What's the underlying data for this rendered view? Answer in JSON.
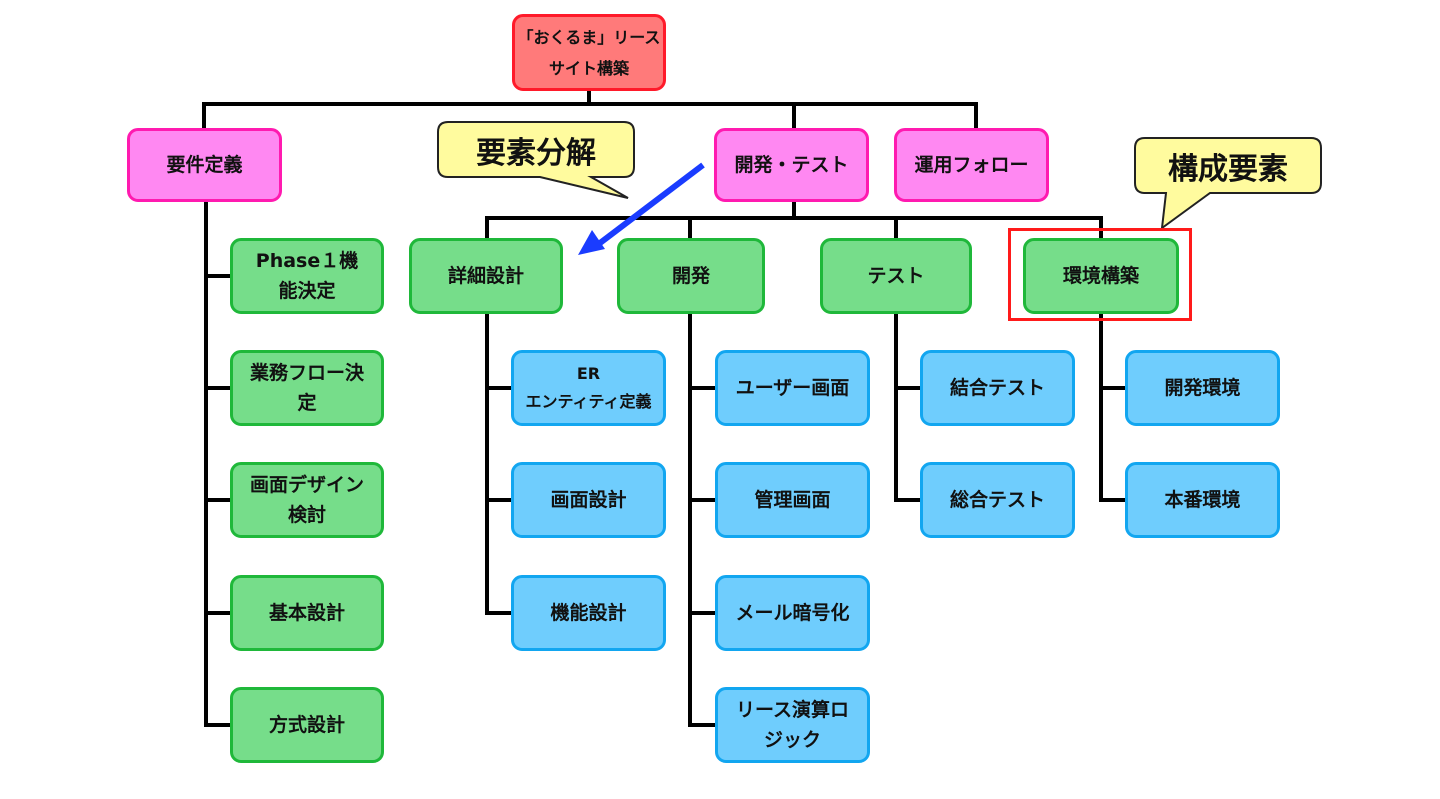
{
  "diagram": {
    "type": "work-breakdown-structure",
    "root": {
      "id": "root",
      "lines": [
        "「おくるま」リース",
        "サイト構築"
      ]
    },
    "level1": [
      {
        "id": "req",
        "lines": [
          "要件定義"
        ]
      },
      {
        "id": "devtest",
        "lines": [
          "開発・テスト"
        ]
      },
      {
        "id": "ops",
        "lines": [
          "運用フォロー"
        ]
      }
    ],
    "requirements_children": [
      {
        "id": "phase1",
        "lines": [
          "Phase１機",
          "能決定"
        ]
      },
      {
        "id": "bizflow",
        "lines": [
          "業務フロー決",
          "定"
        ]
      },
      {
        "id": "uidesign",
        "lines": [
          "画面デザイン",
          "検討"
        ]
      },
      {
        "id": "basic",
        "lines": [
          "基本設計"
        ]
      },
      {
        "id": "method",
        "lines": [
          "方式設計"
        ]
      }
    ],
    "devtest_children": [
      {
        "id": "detail",
        "lines": [
          "詳細設計"
        ],
        "children": [
          {
            "id": "er",
            "lines": [
              "ER",
              "エンティティ定義"
            ]
          },
          {
            "id": "screen",
            "lines": [
              "画面設計"
            ]
          },
          {
            "id": "func",
            "lines": [
              "機能設計"
            ]
          }
        ]
      },
      {
        "id": "dev",
        "lines": [
          "開発"
        ],
        "children": [
          {
            "id": "userui",
            "lines": [
              "ユーザー画面"
            ]
          },
          {
            "id": "adminui",
            "lines": [
              "管理画面"
            ]
          },
          {
            "id": "mail",
            "lines": [
              "メール暗号化"
            ]
          },
          {
            "id": "lease",
            "lines": [
              "リース演算ロ",
              "ジック"
            ]
          }
        ]
      },
      {
        "id": "test",
        "lines": [
          "テスト"
        ],
        "children": [
          {
            "id": "integ",
            "lines": [
              "結合テスト"
            ]
          },
          {
            "id": "system",
            "lines": [
              "総合テスト"
            ]
          }
        ]
      },
      {
        "id": "env",
        "lines": [
          "環境構築"
        ],
        "highlighted": true,
        "children": [
          {
            "id": "devenv",
            "lines": [
              "開発環境"
            ]
          },
          {
            "id": "prodenv",
            "lines": [
              "本番環境"
            ]
          }
        ]
      }
    ],
    "callouts": [
      {
        "id": "decompose",
        "text": "要素分解",
        "points_to": "detail"
      },
      {
        "id": "components",
        "text": "構成要素",
        "points_to": "env"
      }
    ],
    "colors": {
      "root_fill": "#ff7a7a",
      "root_border": "#ff1a2a",
      "level1_fill": "#ff88f2",
      "level1_border": "#ff1ab0",
      "level2_fill": "#76dd8a",
      "level2_border": "#1fb83a",
      "level3_fill": "#6fcdfd",
      "level3_border": "#12a6f0",
      "callout_fill": "#fffb9e",
      "arrow": "#1a3cff",
      "highlight": "#ff1a1a"
    }
  }
}
